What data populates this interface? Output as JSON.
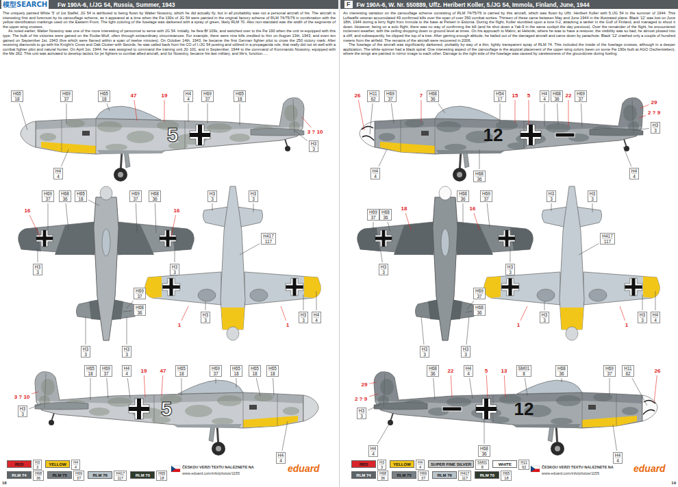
{
  "diagram": {
    "nodes": [
      {
        "text": [
          "Fw 190A-6, I./JG 54, Russia, Summer, 1943"
        ]
      },
      {
        "text": [
          "F",
          "Fw 190A-6, W. Nr. 550889, Uffz. Heribert Koller, 5./JG 54, Immola, Finland, June, 1944"
        ]
      },
      {
        "text": [
          "H65",
          "18"
        ]
      },
      {
        "text": [
          "H69",
          "37"
        ]
      },
      {
        "text": [
          "H65",
          "18"
        ]
      },
      {
        "text": [
          "H4",
          "4"
        ]
      },
      {
        "text": [
          "H69",
          "37"
        ]
      },
      {
        "text": [
          "H65",
          "18"
        ]
      },
      {
        "text": [
          "H3",
          "3"
        ]
      },
      {
        "text": [
          "H4",
          "4"
        ]
      },
      {
        "text": [
          "H69",
          "37"
        ]
      },
      {
        "text": [
          "H68",
          "36"
        ]
      },
      {
        "text": [
          "H65",
          "18"
        ]
      },
      {
        "text": [
          "H69",
          "37"
        ]
      },
      {
        "text": [
          "H68",
          "36"
        ]
      },
      {
        "text": [
          "H3",
          "3"
        ]
      },
      {
        "text": [
          "H3",
          "3"
        ]
      },
      {
        "text": [
          "H69",
          "37"
        ]
      },
      {
        "text": [
          "H68",
          "36"
        ]
      },
      {
        "text": [
          "H3",
          "3"
        ]
      },
      {
        "text": [
          "H3",
          "3"
        ]
      },
      {
        "text": [
          "H3",
          "3"
        ]
      },
      {
        "text": [
          "H3",
          "3"
        ]
      },
      {
        "text": [
          "H417",
          "117"
        ]
      },
      {
        "text": [
          "H3",
          "3"
        ]
      },
      {
        "text": [
          "H3",
          "3"
        ]
      },
      {
        "text": [
          "H4",
          "4"
        ]
      },
      {
        "text": [
          "H65",
          "18"
        ]
      },
      {
        "text": [
          "H69",
          "37"
        ]
      },
      {
        "text": [
          "H4",
          "4"
        ]
      },
      {
        "text": [
          "H65",
          "18"
        ]
      },
      {
        "text": [
          "H69",
          "37"
        ]
      },
      {
        "text": [
          "H65",
          "18"
        ]
      },
      {
        "text": [
          "H65",
          "18"
        ]
      },
      {
        "text": [
          "H65",
          "18"
        ]
      },
      {
        "text": [
          "H3",
          "3"
        ]
      },
      {
        "text": [
          "H4",
          "4"
        ]
      },
      {
        "text": [
          "H3",
          "3"
        ]
      },
      {
        "text": [
          "H4",
          "4"
        ]
      },
      {
        "text": [
          "H68",
          "36"
        ]
      },
      {
        "text": [
          "H69",
          "37"
        ]
      },
      {
        "text": [
          "H417",
          "117"
        ]
      },
      {
        "text": [
          "H65",
          "18"
        ]
      },
      {
        "text": [
          "H11",
          "62"
        ]
      },
      {
        "text": [
          "H69",
          "37"
        ]
      },
      {
        "text": [
          "H68",
          "36"
        ]
      },
      {
        "text": [
          "H54",
          "17"
        ]
      },
      {
        "text": [
          "H4",
          "4"
        ]
      },
      {
        "text": [
          "H68",
          "36"
        ]
      },
      {
        "text": [
          "H69",
          "37"
        ]
      },
      {
        "text": [
          "H3",
          "3"
        ]
      },
      {
        "text": [
          "H4",
          "4"
        ]
      },
      {
        "text": [
          "H68",
          "36"
        ]
      },
      {
        "text": [
          "H4",
          "4"
        ]
      },
      {
        "text": [
          "H69",
          "37"
        ]
      },
      {
        "text": [
          "H68",
          "36"
        ]
      },
      {
        "text": [
          "H68",
          "36"
        ]
      },
      {
        "text": [
          "H69",
          "37"
        ]
      },
      {
        "text": [
          "H3",
          "3"
        ]
      },
      {
        "text": [
          "H3",
          "3"
        ]
      },
      {
        "text": [
          "H69",
          "37"
        ]
      },
      {
        "text": [
          "H68",
          "36"
        ]
      },
      {
        "text": [
          "H3",
          "3"
        ]
      },
      {
        "text": [
          "H3",
          "3"
        ]
      },
      {
        "text": [
          "H3",
          "3"
        ]
      },
      {
        "text": [
          "H3",
          "3"
        ]
      },
      {
        "text": [
          "H417",
          "117"
        ]
      },
      {
        "text": [
          "H3",
          "3"
        ]
      },
      {
        "text": [
          "H3",
          "3"
        ]
      },
      {
        "text": [
          "H4",
          "4"
        ]
      },
      {
        "text": [
          "H3",
          "3"
        ]
      },
      {
        "text": [
          "H68",
          "36"
        ]
      },
      {
        "text": [
          "H4",
          "4"
        ]
      },
      {
        "text": [
          "SM01",
          "8"
        ]
      },
      {
        "text": [
          "H68",
          "36"
        ]
      },
      {
        "text": [
          "H69",
          "37"
        ]
      },
      {
        "text": [
          "H11",
          "62"
        ]
      },
      {
        "text": [
          "H4",
          "4"
        ]
      },
      {
        "text": [
          "H68",
          "36"
        ]
      },
      {
        "text": [
          "H4",
          "4"
        ]
      },
      {
        "text": [
          "H3",
          "3"
        ]
      },
      {
        "text": [
          "H4",
          "4"
        ]
      },
      {
        "text": [
          "SM01",
          "8"
        ]
      },
      {
        "text": [
          "H11",
          "62"
        ]
      },
      {
        "text": [
          "H68",
          "36"
        ]
      },
      {
        "text": [
          "H69",
          "37"
        ]
      },
      {
        "text": [
          "H417",
          "117"
        ]
      },
      {
        "text": [
          "H65",
          "18"
        ]
      }
    ],
    "labels": [
      "模型SEARCH",
      "The uniquely painted White '5' of 1st Staffel, JG 54 is attributed to being flown by Walter Nowotny, which he did actually fly, but in all probability was not a personal aircraft of his. The aircraft is interesting first and foremost by its camouflage scheme, as it appeared at a time when the Fw 190s of JG 54 were painted in the original factory scheme of RLM 74/75/76 in combination with the yellow identification markings used on the Eastern Front. The light coloring of the fuselage was darkened with a spray of green, likely RLM 70. Also non-standard was the width of the segments of the upper wing crosses.",
      "As noted earlier, Walter Nowotny was one of the more interesting of personnel to serve with JG 54. Initially, he flew Bf 109s, and switched over to the Fw 190 when the unit re-equipped with this type. The bulk of his victories were gained on the Focke-Wulf, often through extraordinary circumstances. For example, there were nine kills credited to him on August 13th, 1943, and even ten gained on September 1st, 1943 (five which were flamed within a span of twelve minutes). On October 14th, 1943, he became the first German fighter pilot to cross the 250 victory mark. After receiving diamonds to go with his Knight's Cross and Oak Cluster with Swords, he was called back from his CO of I./JG 54 posting and utilized in a propaganda role, that really did not sit well with a combat fighter pilot and natural hunter. On April 1st, 1944, he was assigned to command the training unit JG 101, and in September, 1944 to the command of Kommando Nowotny, equipped with the Me 262. This unit was activated to develop tactics for jet fighters to combat allied aircraft, and for Nowotny, became his last military, and life's, function.....",
      "An interesting variation on the camouflage scheme consisting of RLM 74/75/76 is carried by this aircraft, which was flown by Uffz. Heribert Koller with 5./JG 54 in the summer of 1944. This Luftwaffe veteran accumulated 49 confirmed kills over the span of over 350 combat sorties. Thirteen of these came between May and June 1944 in the illustrated plane. Black '12' was lost on June 18th, 1944 during a ferry flight from Immola to the base at Petseri in Estonia. During the flight, Koller stumbled upon a lone Il-2, attacking a tanker in the Gulf of Finland, and managed to shoot it down. However, being on a solo flight, there was no way of confirming the kill (and he shot down a Yak-9 in the same cockpit the day previous). Over the remainder of the flight, he encountered inclement weather, with the ceiling dropping down to ground level at times. On his approach to Malmi, at Helsinki, where he was to have a restover, the visibility was so bad, he almost plowed into a cliff, and subsequently, he clipped the top of a tree. After gaining enough altitude, he bailed out of the damaged aircraft and came down by parachute. Black '12' crashed only a couple of hundred meters from the airfield. The remains of the aircraft were recovered in 2006.",
      "The fuselage of the aircraft was significantly darkened, probably by way of a thin, lightly transparent spray of RLM 74. This included the inside of the fuselage crosses, although in a deeper application. The white spinner had a black spiral. One interesting aspect of the camouflage is the atypical placement of the upper wing colors (seen on some Fw 190s built at AGO Oschersleben), where the wings are painted in mirror image to each other. Damage to the right side of the fuselage was caused by carelessness of the groundcrew during fueling.",
      "47",
      "19",
      "3 ? 10",
      "5",
      "16",
      "16",
      "1",
      "1",
      "19",
      "47",
      "5",
      "3 ? 10",
      "26",
      "7",
      "15",
      "5",
      "22",
      "29",
      "2 ? 9",
      "12",
      "18",
      "16",
      "1",
      "1",
      "29",
      "2 ? 9",
      "22",
      "5",
      "13",
      "26",
      "12",
      "ČESKOU VERZI TEXTU NALEZNETE NA",
      "www.eduard.com/info/photos/1155",
      "eduard",
      "18",
      "ČESKOU VERZI TEXTU NALEZNETE NA",
      "www.eduard.com/info/photos/1155",
      "eduard",
      "19"
    ],
    "legend": [
      {
        "text": "RED",
        "color": "#d9262b"
      },
      {
        "text": "YELLOW",
        "color": "#f2c618"
      },
      {
        "text": "RLM 74",
        "color": "#5c6468"
      },
      {
        "text": "RLM 75",
        "color": "#7b8287"
      },
      {
        "text": "RLM 76",
        "color": "#b9c4cb"
      },
      {
        "text": "RLM 70",
        "color": "#2f3a2c"
      },
      {
        "text": "RED",
        "color": "#d9262b"
      },
      {
        "text": "YELLOW",
        "color": "#f2c618"
      },
      {
        "text": "SUPER FINE SILVER",
        "color": "#c8c8c8"
      },
      {
        "text": "WHITE",
        "color": "#ffffff"
      },
      {
        "text": "RLM 74",
        "color": "#5c6468"
      },
      {
        "text": "RLM 75",
        "color": "#7b8287"
      },
      {
        "text": "RLM 76",
        "color": "#b9c4cb"
      },
      {
        "text": "RLM 70",
        "color": "#2f3a2c"
      }
    ]
  }
}
